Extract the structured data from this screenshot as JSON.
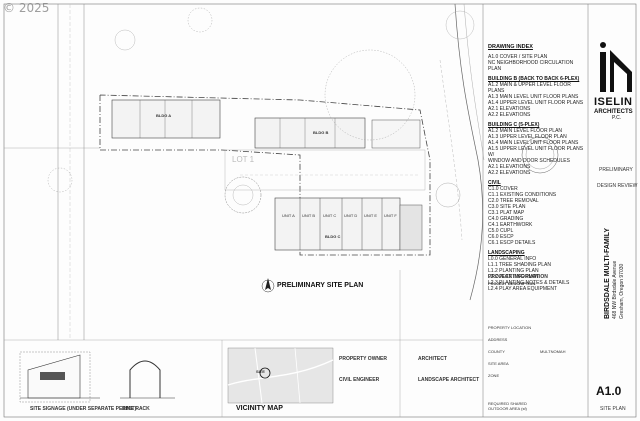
{
  "watermark": "© 2025",
  "drawing_index": {
    "title": "DRAWING INDEX",
    "intro": [
      "A1.0  COVER / SITE PLAN",
      "NC    NEIGHBORHOOD CIRCULATION PLAN"
    ],
    "groups": [
      {
        "heading": "BUILDING B (BACK TO BACK 6-PLEX)",
        "items": [
          "A1.2  MAIN & UPPER LEVEL FLOOR PLANS",
          "A1.3  MAIN LEVEL UNIT FLOOR PLANS",
          "A1.4  UPPER LEVEL UNIT FLOOR PLANS",
          "A2.1  ELEVATIONS",
          "A2.2  ELEVATIONS"
        ]
      },
      {
        "heading": "BUILDING C (5-PLEX)",
        "items": [
          "A1.2  MAIN LEVEL FLOOR PLAN",
          "A1.3  UPPER LEVEL FLOOR PLAN",
          "A1.4  MAIN LEVEL UNIT FLOOR PLANS",
          "A1.5  UPPER LEVEL UNIT FLOOR PLANS W/",
          "      WINDOW AND DOOR SCHEDULES",
          "A2.1  ELEVATIONS",
          "A2.2  ELEVATIONS"
        ]
      },
      {
        "heading": "CIVIL",
        "items": [
          "C1.0  COVER",
          "C1.1  EXISTING CONDITIONS",
          "C2.0  TREE REMOVAL",
          "C3.0  SITE PLAN",
          "C3.1  PLAT MAP",
          "C4.0  GRADING",
          "C4.1  EARTHWORK",
          "C5.0  CUPL",
          "C6.0  ESCP",
          "C6.1  ESCP DETAILS"
        ]
      },
      {
        "heading": "LANDSCAPING",
        "items": [
          "L0.0  GENERAL INFO",
          "L1.1  TREE SHADING PLAN",
          "L1.2  PLANTING PLAN",
          "L2.2  PLANTING PLAN",
          "L2.3  PLANTING NOTES & DETAILS",
          "L2.4  PLAY AREA EQUIPMENT"
        ]
      }
    ]
  },
  "firm": {
    "name": "ISELIN",
    "sub": "ARCHITECTS",
    "suffix": "P.C."
  },
  "status": {
    "preliminary": "PRELIMINARY",
    "design_review": "DESIGN REVIEW"
  },
  "project": {
    "name": "BIRDSDALE MULTI-FAMILY",
    "address": "468 NW Birdsdale Avenue",
    "city": "Gresham, Oregon 97030",
    "sheet": "A1.0",
    "sheet_title": "SITE PLAN"
  },
  "site_plan": {
    "title": "PRELIMINARY SITE PLAN",
    "buildings": [
      "BLDG A",
      "BLDG B",
      "BLDG C"
    ],
    "lot": "LOT 1",
    "units": [
      "UNIT A",
      "UNIT B",
      "UNIT C",
      "UNIT D",
      "UNIT E",
      "UNIT F"
    ]
  },
  "details": {
    "sign_title": "SITE SIGNAGE (UNDER SEPARATE PERMIT)",
    "bike_title": "BIKE RACK",
    "vicinity_title": "VICINITY MAP",
    "site_label": "SITE"
  },
  "info": {
    "project_information": "PROJECT INFORMATION",
    "project_description": "PROJECT DESCRIPTION",
    "property_owner": "PROPERTY OWNER",
    "architect": "ARCHITECT",
    "civil_engineer": "CIVIL ENGINEER",
    "landscape_architect": "LANDSCAPE ARCHITECT",
    "property_location": "PROPERTY LOCATION",
    "address_label": "ADDRESS",
    "county": "COUNTY",
    "county_value": "MULTNOMAH",
    "site_area": "SITE AREA",
    "zone": "ZONE",
    "required_shared": "REQUIRED SHARED",
    "outdoor_area": "OUTDOOR AREA (sf)"
  },
  "colors": {
    "line": "#555555",
    "light": "#999999",
    "ink": "#111111"
  }
}
